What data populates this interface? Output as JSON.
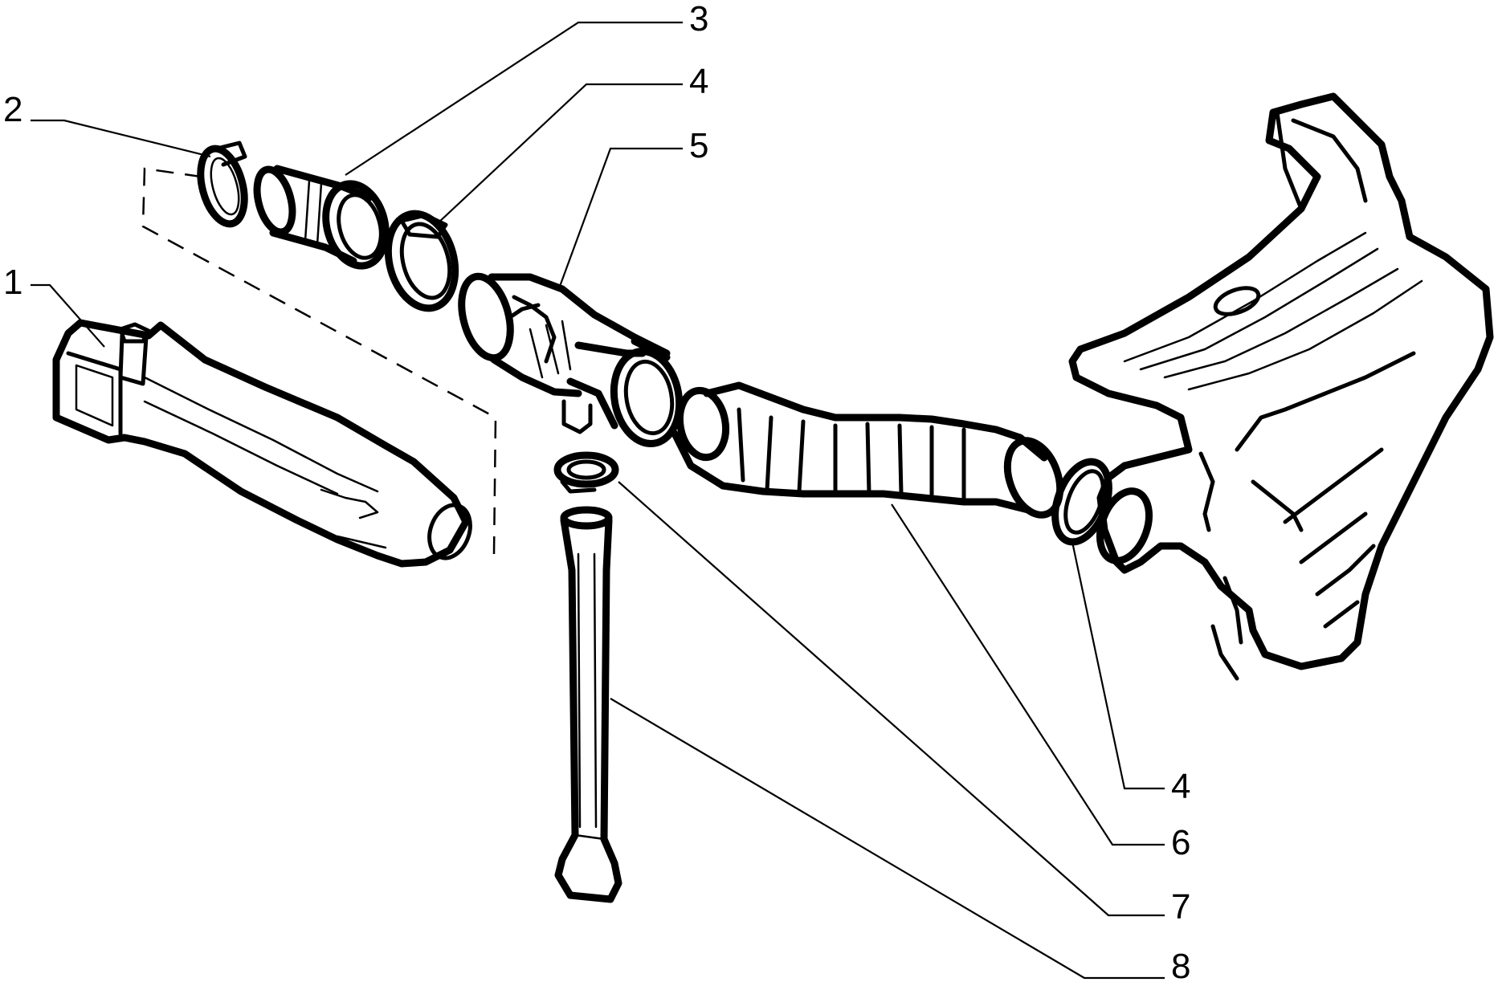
{
  "callouts": [
    {
      "id": "c1",
      "label": "1"
    },
    {
      "id": "c2",
      "label": "2"
    },
    {
      "id": "c3",
      "label": "3"
    },
    {
      "id": "c4a",
      "label": "4"
    },
    {
      "id": "c5",
      "label": "5"
    },
    {
      "id": "c4b",
      "label": "4"
    },
    {
      "id": "c6",
      "label": "6"
    },
    {
      "id": "c7",
      "label": "7"
    },
    {
      "id": "c8",
      "label": "8"
    }
  ]
}
